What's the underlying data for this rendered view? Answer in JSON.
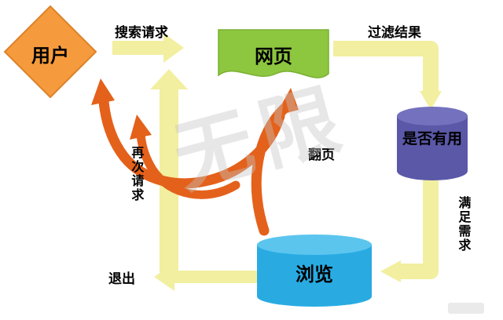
{
  "colors": {
    "user": "#F59B3D",
    "user_edge": "#DD8228",
    "yellow": "#F2EFA0",
    "webpage": "#8DC63F",
    "useful": "#5B58A8",
    "useful_top": "#7471BE",
    "browse": "#29ABE2",
    "browse_top": "#5CC5EE",
    "orange_arrow": "#E4611B",
    "watermark": "#C5C5C5"
  },
  "nodes": {
    "user": "用户",
    "webpage": "网页",
    "useful": "是否有用",
    "browse": "浏览"
  },
  "edges": {
    "search_request": "搜索请求",
    "filter_results": "过滤结果",
    "satisfy_needs": "满足需求",
    "page_turn": "翻页",
    "request_again": "再次请求",
    "exit": "退出"
  },
  "watermark": "无限"
}
